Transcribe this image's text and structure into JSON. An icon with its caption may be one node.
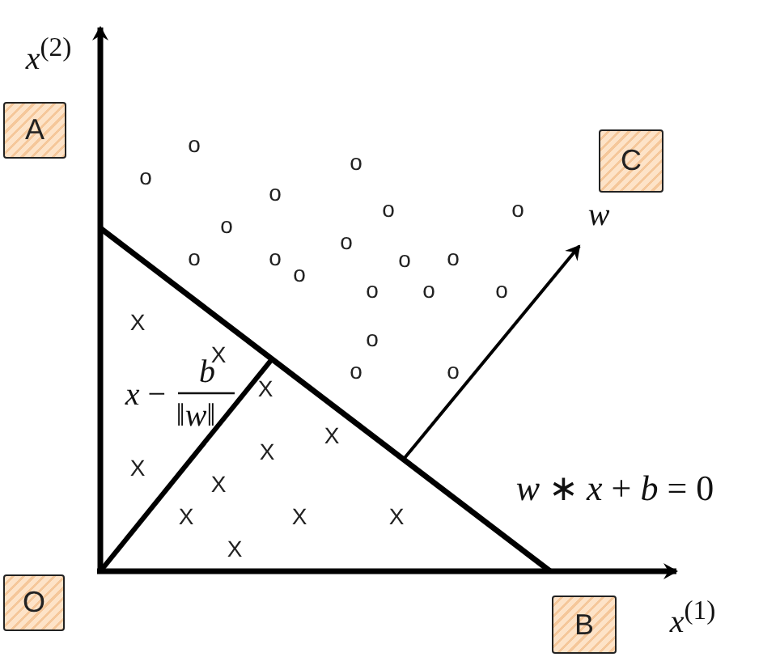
{
  "diagram": {
    "nodes": [
      {
        "text": [
          "A"
        ]
      },
      {
        "text": [
          "O"
        ]
      },
      {
        "text": [
          "B"
        ]
      },
      {
        "text": [
          "C"
        ]
      }
    ],
    "labels": [
      "*x*$^{(2)}$",
      "o",
      "o",
      "o",
      "o",
      "o",
      "o",
      "o",
      "o",
      "o",
      "o",
      "o",
      "o",
      "o",
      "o",
      "o",
      "o",
      "o",
      "o",
      "o",
      "X",
      "X",
      "X",
      "X",
      "X",
      "X",
      "X",
      "X",
      "X",
      "X",
      "X",
      "*x* −",
      "*b*",
      "‖*w*‖",
      "*w*",
      "*w* ∗ *x* + *b* = 0",
      "*x*$^{(1)}$"
    ]
  }
}
